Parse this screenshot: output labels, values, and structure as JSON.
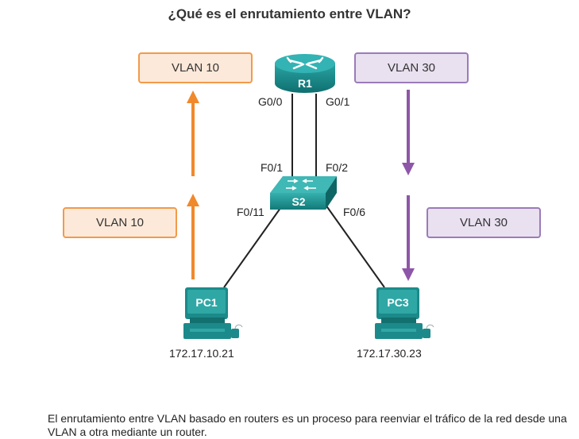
{
  "title": "¿Qué es el enrutamiento entre VLAN?",
  "router": {
    "name": "R1",
    "ports": {
      "left": "G0/0",
      "right": "G0/1"
    }
  },
  "switch": {
    "name": "S2",
    "ports": {
      "up_left": "F0/1",
      "up_right": "F0/2",
      "down_left": "F0/11",
      "down_right": "F0/6"
    }
  },
  "vlan_boxes": {
    "top_left": "VLAN 10",
    "top_right": "VLAN 30",
    "mid_left": "VLAN 10",
    "mid_right": "VLAN 30"
  },
  "pcs": [
    {
      "name": "PC1",
      "ip": "172.17.10.21"
    },
    {
      "name": "PC3",
      "ip": "172.17.30.23"
    }
  ],
  "caption": "El enrutamiento entre VLAN basado en routers es un proceso para reenviar el tráfico de la red desde una VLAN a otra mediante un router.",
  "colors": {
    "vlan10": "#f0892b",
    "vlan30": "#8e56a8",
    "device": "#1c8a8a"
  }
}
